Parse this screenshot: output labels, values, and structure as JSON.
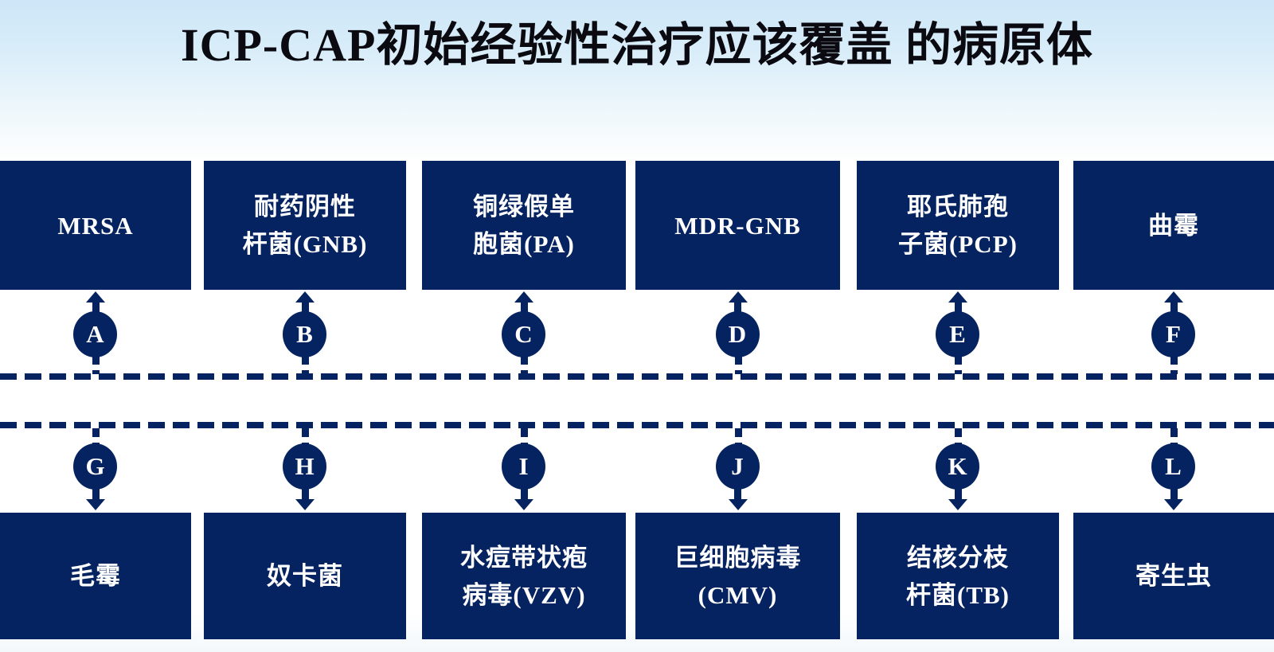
{
  "title": "ICP-CAP初始经验性治疗应该覆盖 的病原体",
  "colors": {
    "navy": "#052360",
    "box_text": "#ffffff",
    "title_text": "#0a0a10",
    "background_top": "#cde6f7",
    "background": "#ffffff"
  },
  "columns": [
    {
      "letter_top": "A",
      "letter_bottom": "G",
      "top_line1": "MRSA",
      "top_line2": "",
      "bottom_line1": "毛霉",
      "bottom_line2": ""
    },
    {
      "letter_top": "B",
      "letter_bottom": "H",
      "top_line1": "耐药阴性",
      "top_line2": "杆菌(GNB)",
      "bottom_line1": "奴卡菌",
      "bottom_line2": ""
    },
    {
      "letter_top": "C",
      "letter_bottom": "I",
      "top_line1": "铜绿假单",
      "top_line2": "胞菌(PA)",
      "bottom_line1": "水痘带状疱",
      "bottom_line2": "病毒(VZV)"
    },
    {
      "letter_top": "D",
      "letter_bottom": "J",
      "top_line1": "MDR-GNB",
      "top_line2": "",
      "bottom_line1": "巨细胞病毒",
      "bottom_line2": "(CMV)"
    },
    {
      "letter_top": "E",
      "letter_bottom": "K",
      "top_line1": "耶氏肺孢",
      "top_line2": "子菌(PCP)",
      "bottom_line1": "结核分枝",
      "bottom_line2": "杆菌(TB)"
    },
    {
      "letter_top": "F",
      "letter_bottom": "L",
      "top_line1": "曲霉",
      "top_line2": "",
      "bottom_line1": "寄生虫",
      "bottom_line2": ""
    }
  ]
}
